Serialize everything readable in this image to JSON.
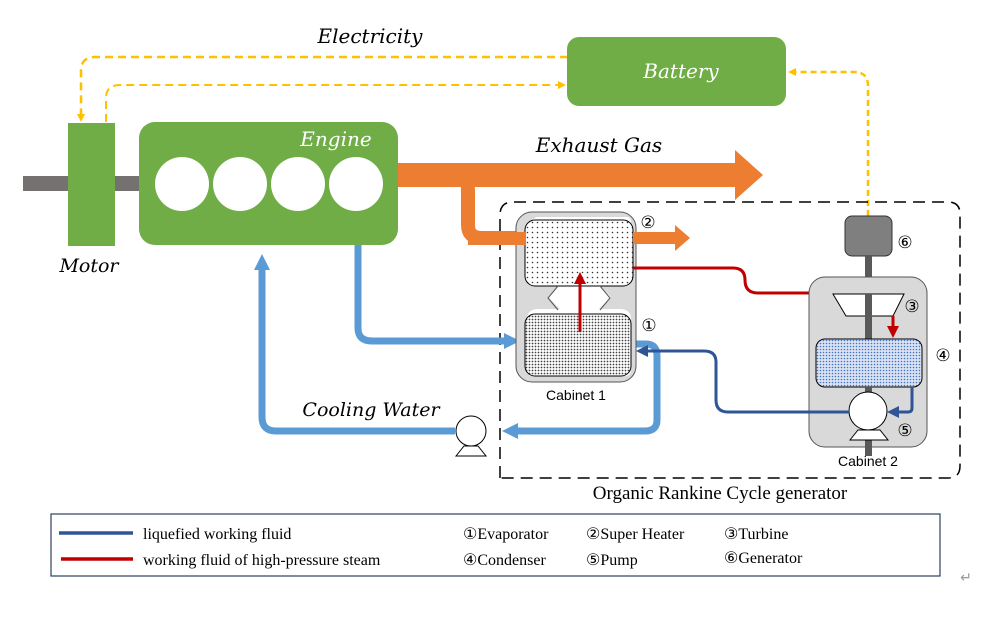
{
  "labels": {
    "electricity": "Electricity",
    "battery": "Battery",
    "engine": "Engine",
    "motor": "Motor",
    "exhaust_gas": "Exhaust Gas",
    "cooling_water": "Cooling Water",
    "cabinet1": "Cabinet 1",
    "cabinet2": "Cabinet 2",
    "orc_generator": "Organic Rankine Cycle generator"
  },
  "markers": {
    "m1": "①",
    "m2": "②",
    "m3": "③",
    "m4": "④",
    "m5": "⑤",
    "m6": "⑥"
  },
  "legend": {
    "lines": [
      {
        "label": "liquefied working fluid",
        "color": "#2f5597"
      },
      {
        "label": "working fluid of high-pressure steam",
        "color": "#c00000"
      }
    ],
    "components": [
      {
        "num": "①",
        "name": "Evaporator"
      },
      {
        "num": "②",
        "name": "Super Heater"
      },
      {
        "num": "③",
        "name": "Turbine"
      },
      {
        "num": "④",
        "name": "Condenser"
      },
      {
        "num": "⑤",
        "name": "Pump"
      },
      {
        "num": "⑥",
        "name": "Generator"
      }
    ]
  },
  "paragraph_mark": "↵",
  "colors": {
    "green": "#70ad47",
    "orange": "#ed7d31",
    "electric": "#ffc000",
    "cooling": "#5b9bd5",
    "liquid": "#2f5597",
    "steam": "#c00000",
    "cabinet": "#d9d9d9",
    "shaft": "#767171"
  }
}
